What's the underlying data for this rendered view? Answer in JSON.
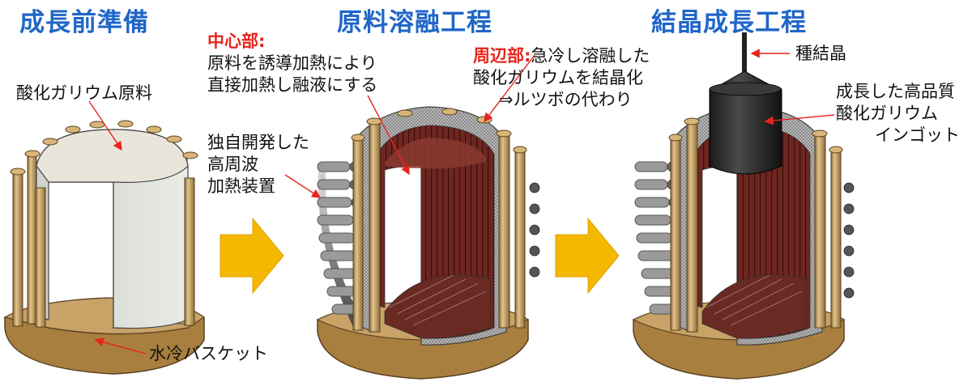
{
  "titles": {
    "preparation": "成長前準備",
    "melting": "原料溶融工程",
    "growth": "結晶成長工程"
  },
  "labels": {
    "raw_material": "酸化ガリウム原料",
    "water_basket": "水冷バスケット",
    "heater_line1": "独自開発した",
    "heater_line2": "高周波",
    "heater_line3": "加熱装置",
    "center_title": "中心部:",
    "center_line1": "原料を誘導加熱により",
    "center_line2": "直接加熱し融液にする",
    "periphery_title": "周辺部:",
    "periphery_rest": "急冷し溶融した",
    "periphery_line2": "酸化ガリウムを結晶化",
    "periphery_line3": "⇒ルツボの代わり",
    "seed": "種結晶",
    "ingot_line1": "成長した高品質",
    "ingot_line2": "酸化ガリウム",
    "ingot_line3": "インゴット"
  },
  "colors": {
    "title": "#1f66c8",
    "highlight": "#e8241c",
    "bronze": "#c8a267",
    "arrow": "#f5b800",
    "melt": "#7a2a22"
  }
}
